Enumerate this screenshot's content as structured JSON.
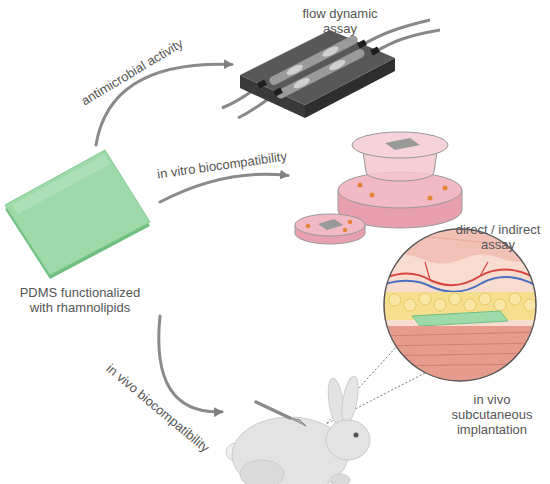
{
  "diagram": {
    "nodes": [
      {
        "text": [
          "PDMS functionalized with rhamnolipids"
        ]
      },
      {
        "text": [
          "flow dynamic assay"
        ]
      },
      {
        "text": [
          "direct / indirect assay"
        ]
      },
      {
        "text": [
          "in vivo subcutaneous implantation"
        ]
      }
    ],
    "edges": [
      {
        "from": 0,
        "to": 1,
        "label": "antimicrobial activity",
        "arrow": "to"
      },
      {
        "from": 0,
        "to": 2,
        "label": "in vitro biocompatibility",
        "arrow": "to"
      },
      {
        "from": 0,
        "to": 3,
        "label": "in vivo biocompatibility",
        "arrow": "to"
      }
    ]
  }
}
